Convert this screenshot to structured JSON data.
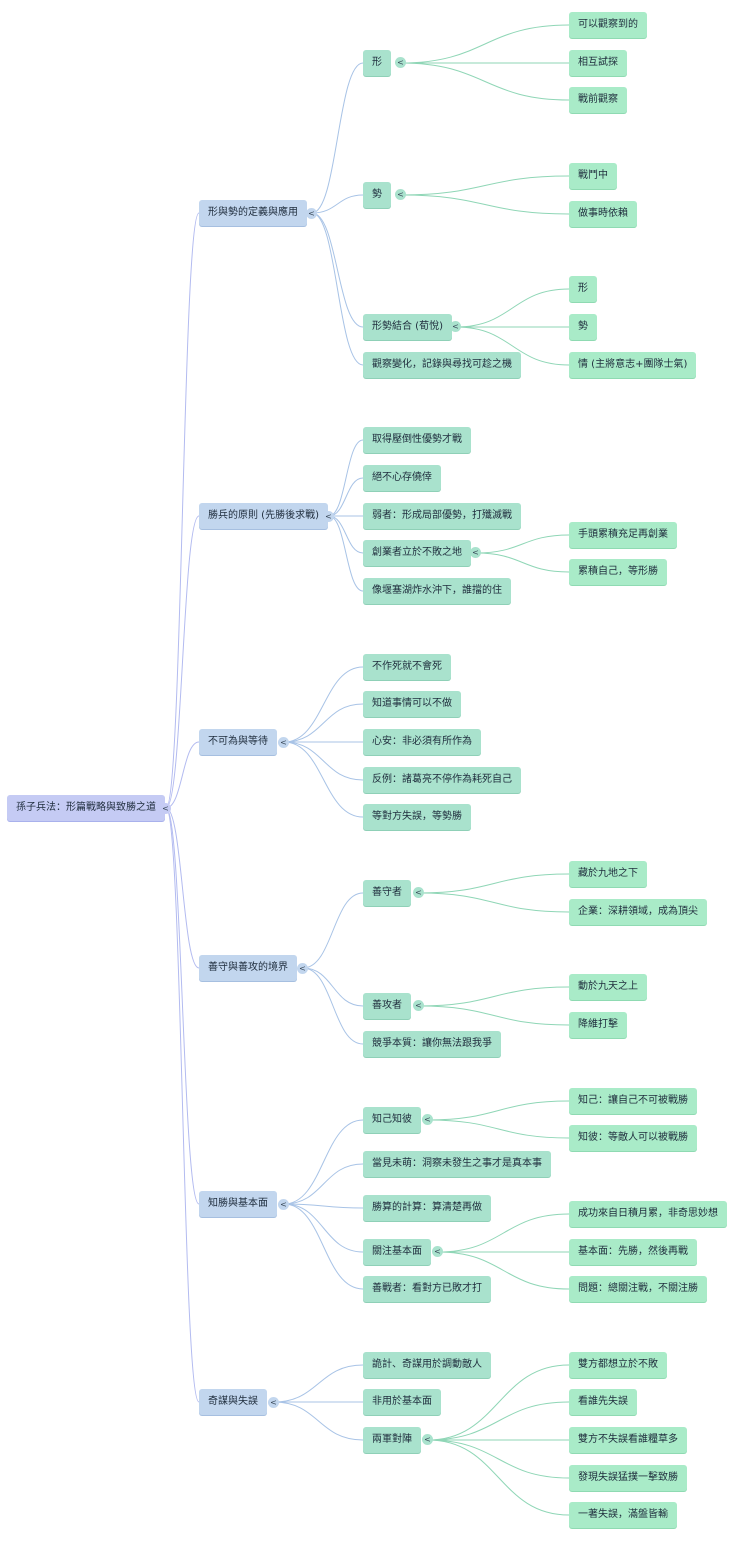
{
  "toggle_glyph": "<",
  "colors": {
    "root": "#c5cbf4",
    "level1": "#c2d6ee",
    "level2": "#a9e2cd",
    "level3": "#a9ebc8",
    "root_link": "#b3bbf0",
    "level1_link": "#a8c3e6",
    "level2_link": "#8fd6b6"
  },
  "mindmap": {
    "root": {
      "label": "孫子兵法：形篇戰略與致勝之道",
      "children": [
        {
          "label": "形與勢的定義與應用",
          "children": [
            {
              "label": "形",
              "children": [
                {
                  "label": "可以觀察到的"
                },
                {
                  "label": "相互試探"
                },
                {
                  "label": "戰前觀察"
                }
              ]
            },
            {
              "label": "勢",
              "children": [
                {
                  "label": "戰鬥中"
                },
                {
                  "label": "做事時依賴"
                }
              ]
            },
            {
              "label": "形勢結合 (荀悅)",
              "children": [
                {
                  "label": "形"
                },
                {
                  "label": "勢"
                },
                {
                  "label": "情 (主將意志+團隊士氣)"
                }
              ]
            },
            {
              "label": "觀察變化，記錄與尋找可趁之機"
            }
          ]
        },
        {
          "label": "勝兵的原則 (先勝後求戰)",
          "children": [
            {
              "label": "取得壓倒性優勢才戰"
            },
            {
              "label": "絕不心存僥倖"
            },
            {
              "label": "弱者：形成局部優勢，打殲滅戰"
            },
            {
              "label": "創業者立於不敗之地",
              "children": [
                {
                  "label": "手頭累積充足再創業"
                },
                {
                  "label": "累積自己，等形勝"
                }
              ]
            },
            {
              "label": "像堰塞湖炸水沖下，誰擋的住"
            }
          ]
        },
        {
          "label": "不可為與等待",
          "children": [
            {
              "label": "不作死就不會死"
            },
            {
              "label": "知道事情可以不做"
            },
            {
              "label": "心安：非必須有所作為"
            },
            {
              "label": "反例：諸葛亮不停作為耗死自己"
            },
            {
              "label": "等對方失誤，等勢勝"
            }
          ]
        },
        {
          "label": "善守與善攻的境界",
          "children": [
            {
              "label": "善守者",
              "children": [
                {
                  "label": "藏於九地之下"
                },
                {
                  "label": "企業：深耕領域，成為頂尖"
                }
              ]
            },
            {
              "label": "善攻者",
              "children": [
                {
                  "label": "動於九天之上"
                },
                {
                  "label": "降維打擊"
                }
              ]
            },
            {
              "label": "競爭本質：讓你無法跟我爭"
            }
          ]
        },
        {
          "label": "知勝與基本面",
          "children": [
            {
              "label": "知己知彼",
              "children": [
                {
                  "label": "知己：讓自己不可被戰勝"
                },
                {
                  "label": "知彼：等敵人可以被戰勝"
                }
              ]
            },
            {
              "label": "當見未萌：洞察未發生之事才是真本事"
            },
            {
              "label": "勝算的計算：算清楚再做"
            },
            {
              "label": "關注基本面",
              "children": [
                {
                  "label": "成功來自日積月累，非奇思妙想"
                },
                {
                  "label": "基本面：先勝，然後再戰"
                },
                {
                  "label": "問題：總關注戰，不關注勝"
                }
              ]
            },
            {
              "label": "善戰者：看對方已敗才打"
            }
          ]
        },
        {
          "label": "奇謀與失誤",
          "children": [
            {
              "label": "詭計、奇謀用於調動敵人"
            },
            {
              "label": "非用於基本面"
            },
            {
              "label": "兩軍對陣",
              "children": [
                {
                  "label": "雙方都想立於不敗"
                },
                {
                  "label": "看誰先失誤"
                },
                {
                  "label": "雙方不失誤看誰糧草多"
                },
                {
                  "label": "發現失誤猛撲一擊致勝"
                },
                {
                  "label": "一著失誤，滿盤皆輸"
                }
              ]
            }
          ]
        }
      ]
    }
  }
}
